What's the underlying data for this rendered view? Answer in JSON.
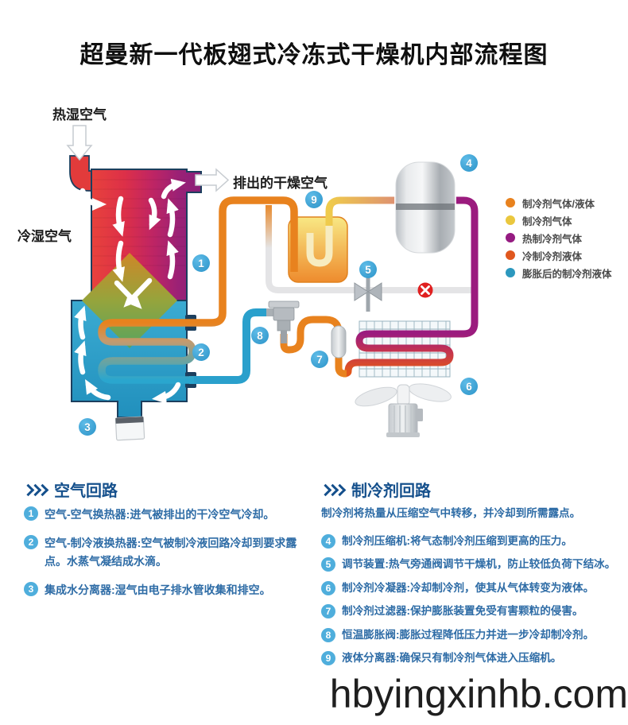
{
  "title": "超曼新一代板翅式冷冻式干燥机内部流程图",
  "diagram": {
    "labels": {
      "hot_humid_air": "热湿空气",
      "cold_humid_air": "冷湿空气",
      "dry_air_out": "排出的干燥空气"
    },
    "badges": [
      "1",
      "2",
      "3",
      "4",
      "5",
      "6",
      "7",
      "8",
      "9"
    ],
    "legend": [
      {
        "label": "制冷剂气体/液体",
        "color": "#E8821E"
      },
      {
        "label": "制冷剂气体",
        "color": "#EAC73E"
      },
      {
        "label": "热制冷剂气体",
        "color": "#951B81"
      },
      {
        "label": "冷制冷剂液体",
        "color": "#E0571E"
      },
      {
        "label": "膨胀后的制冷剂液体",
        "color": "#2C98BE"
      }
    ],
    "pipe_colors": {
      "refrigerant_gas_liquid": "#E8821E",
      "refrigerant_gas": "#EAC73E",
      "hot_refrigerant_gas": "#9B1B7E",
      "cold_refrigerant_liquid": "#E2571B",
      "expanded_refrigerant_liquid": "#2AA0CC"
    }
  },
  "sections": {
    "air": {
      "heading": "空气回路",
      "items": [
        {
          "num": "1",
          "text": "空气-空气换热器:进气被排出的干冷空气冷却。"
        },
        {
          "num": "2",
          "text": "空气-制冷液换热器:空气被制冷液回路冷却到要求露点。水蒸气凝结成水滴。"
        },
        {
          "num": "3",
          "text": "集成水分离器:湿气由电子排水管收集和排空。"
        }
      ]
    },
    "refrigerant": {
      "heading": "制冷剂回路",
      "subtitle": "制冷剂将热量从压缩空气中转移，并冷却到所需露点。",
      "items": [
        {
          "num": "4",
          "text": "制冷剂压缩机:将气态制冷剂压缩到更高的压力。"
        },
        {
          "num": "5",
          "text": "调节装置:热气旁通阀调节干燥机，防止较低负荷下结冰。"
        },
        {
          "num": "6",
          "text": "制冷剂冷凝器:冷却制冷剂，使其从气体转变为液体。"
        },
        {
          "num": "7",
          "text": "制冷剂过滤器:保护膨胀装置免受有害颗粒的侵害。"
        },
        {
          "num": "8",
          "text": "恒温膨胀阀:膨胀过程降低压力并进一步冷却制冷剂。"
        },
        {
          "num": "9",
          "text": "液体分离器:确保只有制冷剂气体进入压缩机。"
        }
      ]
    }
  },
  "watermark": "hbyingxinhb.com"
}
